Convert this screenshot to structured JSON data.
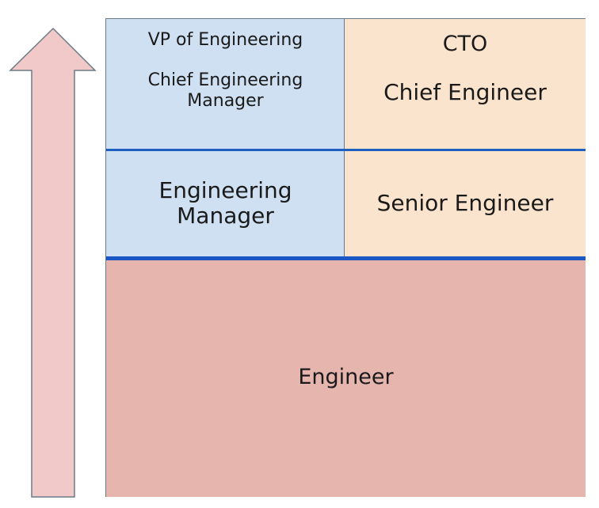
{
  "colors": {
    "arrow_fill": "#f2c9c9",
    "arrow_stroke": "#6b7a88",
    "management_fill": "#cfe0f2",
    "specialist_fill": "#fbe4cd",
    "base_fill": "#e5b5ae",
    "divider": "#1f5fbf"
  },
  "diagram": {
    "management_top": {
      "line1": "VP of Engineering",
      "line2": "Chief Engineering",
      "line3": "Manager"
    },
    "specialist_top": {
      "line1": "CTO",
      "line2": "Chief Engineer"
    },
    "management_mid": {
      "line1": "Engineering",
      "line2": "Manager"
    },
    "specialist_mid": {
      "line1": "Senior Engineer"
    },
    "base": {
      "line1": "Engineer"
    }
  }
}
